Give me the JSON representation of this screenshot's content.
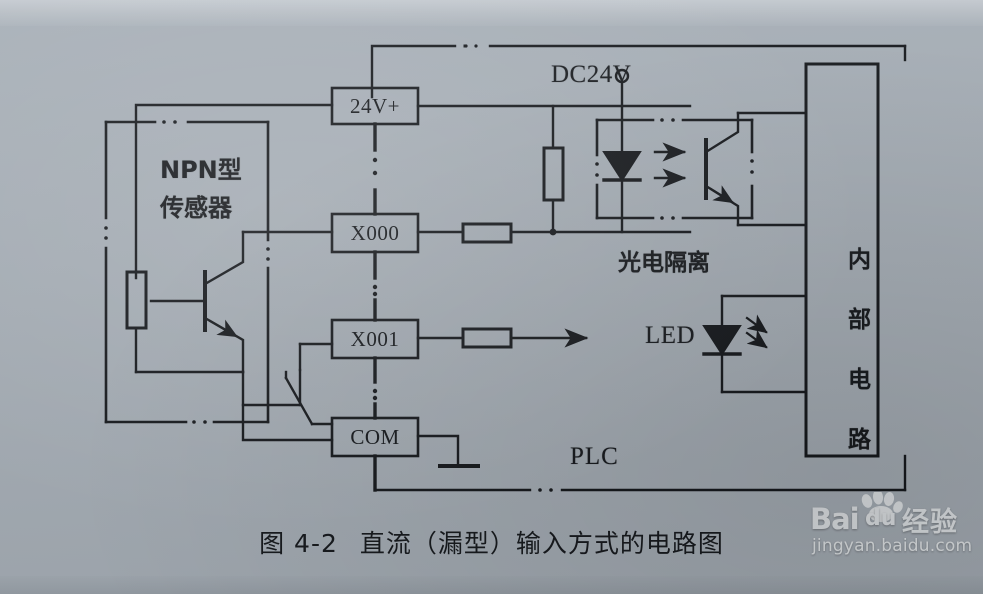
{
  "figure": {
    "caption_number": "图 4-2",
    "caption_text": "直流（漏型）输入方式的电路图",
    "background_color": "#a6aeb6",
    "ink_color": "#14171b"
  },
  "labels": {
    "sensor_line1": "NPN型",
    "sensor_line2": "传感器",
    "power_supply": "DC24V",
    "photo_isolation": "光电隔离",
    "led": "LED",
    "plc": "PLC",
    "internal_circuit": "内部电路"
  },
  "terminals": [
    {
      "id": "terminal-24v",
      "label": "24V+"
    },
    {
      "id": "terminal-x000",
      "label": "X000"
    },
    {
      "id": "terminal-x001",
      "label": "X001"
    },
    {
      "id": "terminal-com",
      "label": "COM"
    }
  ],
  "components": [
    {
      "name": "npn-transistor",
      "type": "transistor"
    },
    {
      "name": "sensor-resistor",
      "type": "resistor"
    },
    {
      "name": "supply-resistor",
      "type": "resistor"
    },
    {
      "name": "x000-input-resistor",
      "type": "resistor"
    },
    {
      "name": "x001-input-resistor",
      "type": "resistor"
    },
    {
      "name": "photocoupler-led",
      "type": "led-diode"
    },
    {
      "name": "phototransistor",
      "type": "phototransistor"
    },
    {
      "name": "status-led",
      "type": "led-diode"
    },
    {
      "name": "push-switch",
      "type": "switch"
    },
    {
      "name": "earth-ground",
      "type": "ground"
    }
  ],
  "watermark": {
    "brand_bai": "Bai",
    "brand_du": "du",
    "brand_jingyan": "经验",
    "url": "jingyan.baidu.com"
  }
}
